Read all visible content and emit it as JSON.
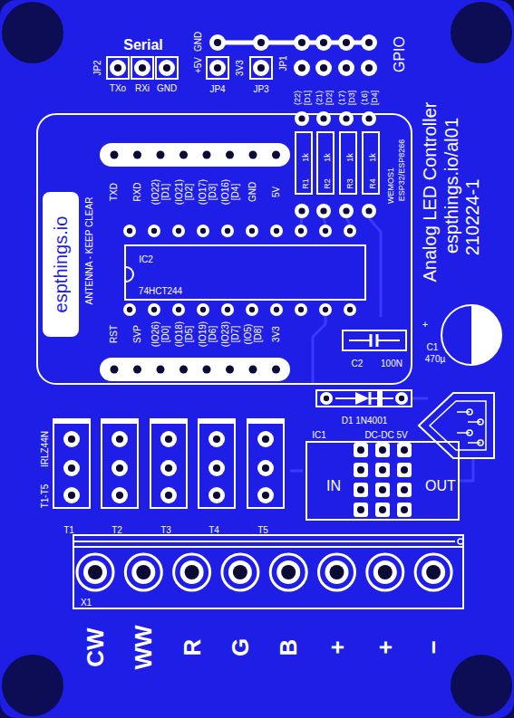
{
  "diagram": {
    "nodes": [
      {
        "text": [
          "ANTENNA - KEEP CLEAR"
        ]
      },
      {
        "text": [
          "espthings.io"
        ],
        "in": 0
      },
      {
        "text": [
          "IC2",
          "74HCT244"
        ],
        "in": 0
      },
      {
        "text": [
          "1k",
          "R1"
        ],
        "in": 0
      },
      {
        "text": [
          "1k",
          "R2"
        ],
        "in": 0
      },
      {
        "text": [
          "1k",
          "R3"
        ],
        "in": 0
      },
      {
        "text": [
          "1k",
          "R4"
        ],
        "in": 0
      },
      {
        "text": [
          "C2",
          "100N"
        ],
        "in": 0
      },
      {
        "text": [
          "C1",
          "470µ"
        ]
      },
      {
        "text": [
          "D1 1N4001"
        ]
      },
      {
        "text": [
          "T1"
        ]
      },
      {
        "text": [
          "T2"
        ]
      },
      {
        "text": [
          "T3"
        ]
      },
      {
        "text": [
          "T4"
        ]
      },
      {
        "text": [
          "T5"
        ]
      },
      {
        "text": [
          "IC1",
          "DC-DC 5V",
          "IN",
          "OUT"
        ]
      },
      {
        "text": [
          "X1"
        ]
      }
    ],
    "labels": [
      "Serial",
      "JP2",
      "TXo",
      "RXi",
      "GND",
      "GND",
      "+5V",
      "JP4",
      "3V3",
      "JP3",
      "JP1",
      "GPIO",
      "(22)",
      "[D1]",
      "(21)",
      "[D2]",
      "(17)",
      "[D3]",
      "(16)",
      "[D4]",
      "WEMOS1",
      "ESP32/ESP8266",
      "Analog LED Controller",
      "espthings.io/al01",
      "210224-1",
      "TXD",
      "RXD",
      "(IO22)",
      "[D1]",
      "(IO21)",
      "[D2]",
      "(IO17)",
      "[D3]",
      "(IO16)",
      "[D4]",
      "GND",
      "5V",
      "RST",
      "SVP",
      "(IO26)",
      "[D0]",
      "(IO18)",
      "[D5]",
      "(IO19)",
      "[D6]",
      "(IO23)",
      "[D7]",
      "(IO5)",
      "[D8]",
      "3V3",
      "+",
      "T1-T5",
      "IRLZ44N",
      "CW",
      "WW",
      "R",
      "G",
      "B",
      "+",
      "+",
      "−"
    ]
  }
}
